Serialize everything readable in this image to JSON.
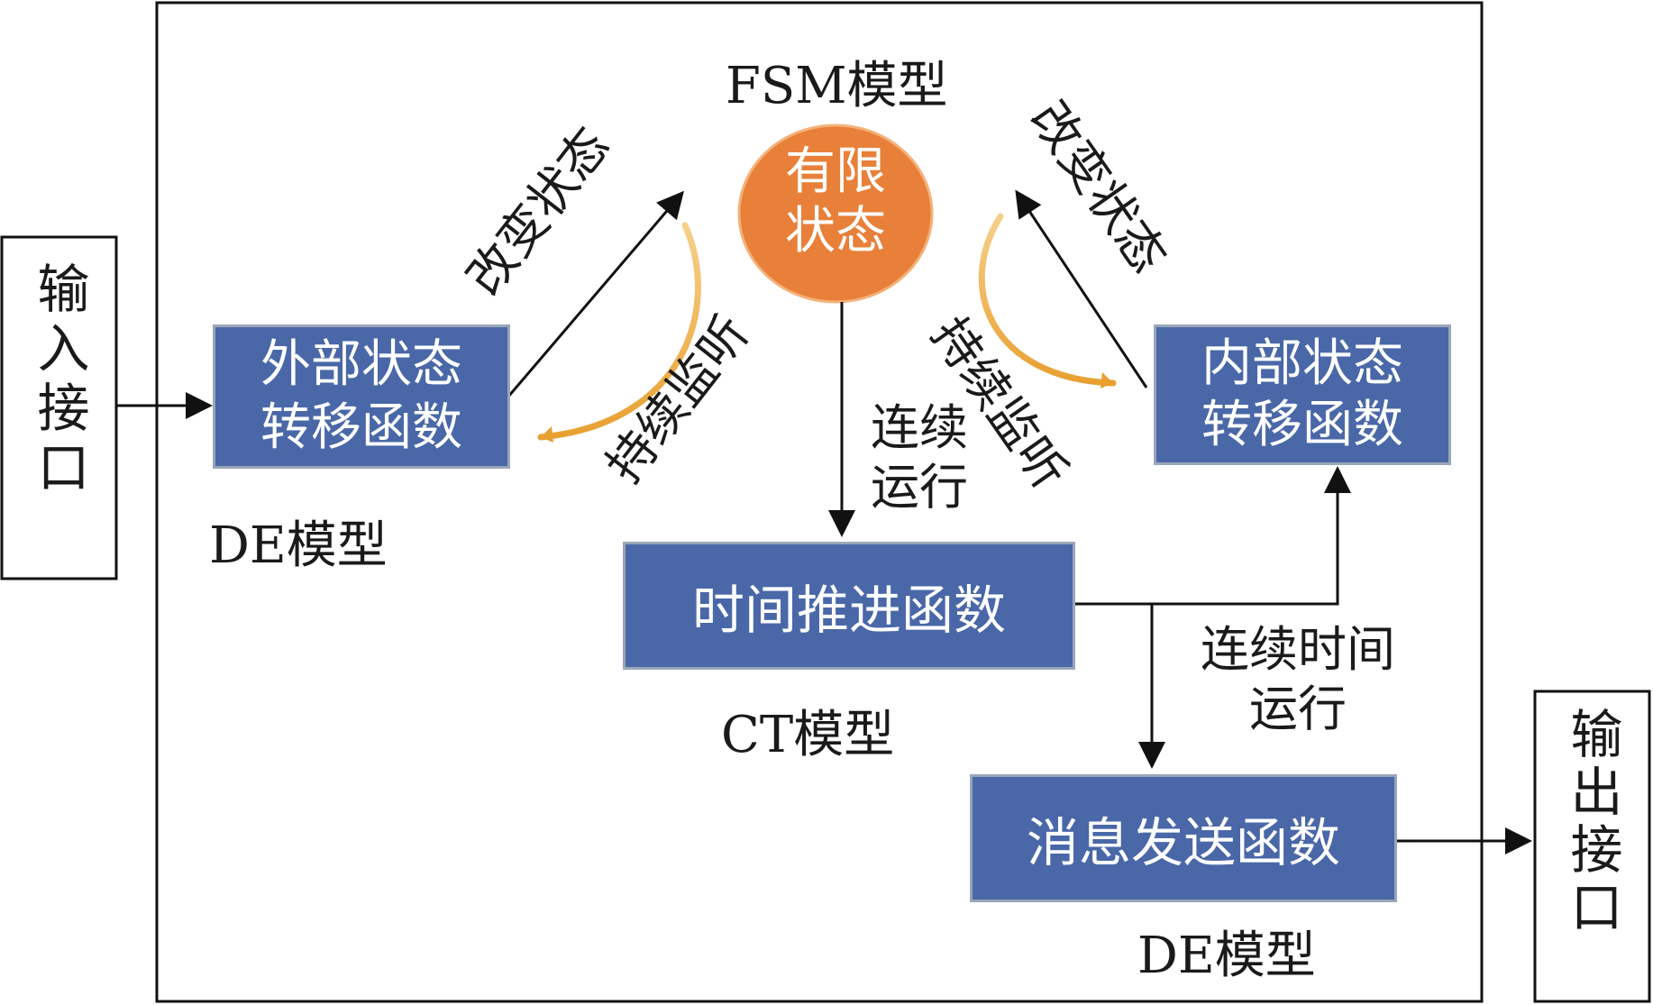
{
  "input_port": "输入接口",
  "output_port": "输出接口",
  "fsm": {
    "label": "FSM模型",
    "node_line1": "有限",
    "node_line2": "状态",
    "node_color": "#e8803a"
  },
  "external": {
    "line1": "外部状态",
    "line2": "转移函数",
    "label": "DE模型"
  },
  "internal": {
    "line1": "内部状态",
    "line2": "转移函数"
  },
  "time_advance": {
    "text": "时间推进函数",
    "label": "CT模型"
  },
  "message": {
    "text": "消息发送函数",
    "label": "DE模型"
  },
  "edges": {
    "change_left": "改变状态",
    "change_right": "改变状态",
    "monitor_left": "持续监听",
    "monitor_right": "持续监听",
    "continuous_run_line1": "连续",
    "continuous_run_line2": "运行",
    "ct_run_line1": "连续时间",
    "ct_run_line2": "运行"
  },
  "colors": {
    "box_fill": "#4a68a8",
    "box_border": "#9aa6b8",
    "monitor_arc": "#e8a030"
  }
}
